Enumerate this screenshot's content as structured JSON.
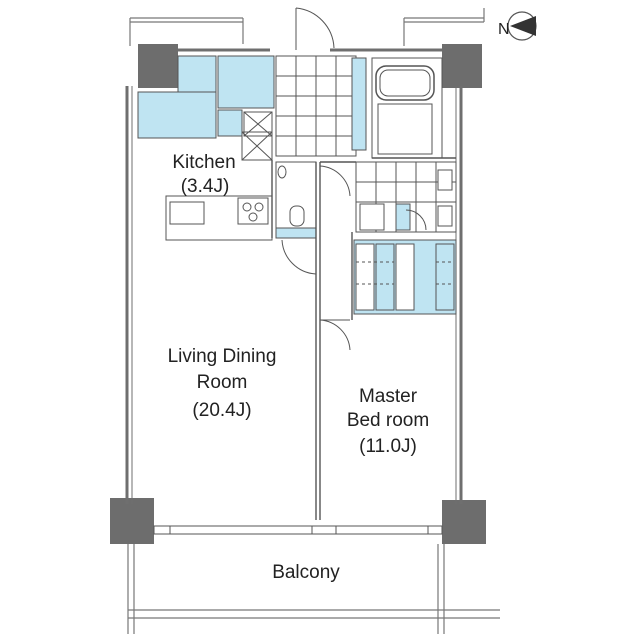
{
  "compass": {
    "north_letter": "N",
    "icon": "compass-north-arrow-icon"
  },
  "rooms": {
    "kitchen": {
      "name": "Kitchen",
      "size": "(3.4J)"
    },
    "living_dining": {
      "name_line1": "Living Dining",
      "name_line2": "Room",
      "size": "(20.4J)"
    },
    "master_bedroom": {
      "name_line1": "Master",
      "name_line2": "Bed room",
      "size": "(11.0J)"
    },
    "balcony": {
      "name": "Balcony"
    }
  },
  "colors": {
    "wall": "#6f6f6f",
    "column": "#6d6d6d",
    "fixture_fill": "#bfe4f2",
    "line": "#555555"
  }
}
